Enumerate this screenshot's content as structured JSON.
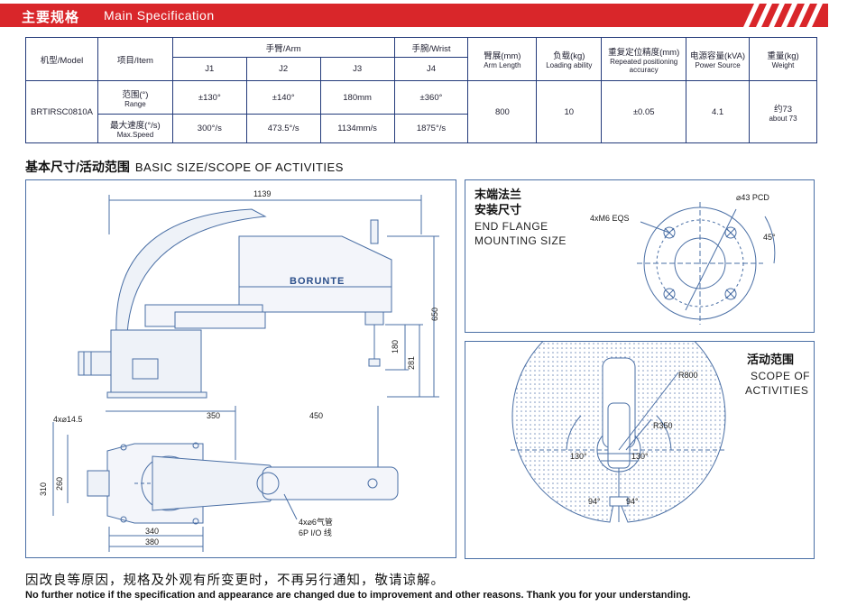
{
  "header": {
    "title_cn": "主要规格",
    "title_en": "Main Specification"
  },
  "spec": {
    "model_h": "机型/Model",
    "item_h": "项目/Item",
    "arm_h": "手臂/Arm",
    "wrist_h": "手腕/Wrist",
    "armlen_cn": "臂展(mm)",
    "armlen_en": "Arm Length",
    "load_cn": "负载(kg)",
    "load_en": "Loading ability",
    "repeat_cn": "重复定位精度(mm)",
    "repeat_en": "Repeated positioning accuracy",
    "power_cn": "电源容量(kVA)",
    "power_en": "Power Source",
    "weight_cn": "重量(kg)",
    "weight_en": "Weight",
    "joints": [
      "J1",
      "J2",
      "J3",
      "J4"
    ],
    "model": "BRTIRSC0810A",
    "range_cn": "范围(°)",
    "range_en": "Range",
    "speed_cn": "最大速度(°/s)",
    "speed_en": "Max.Speed",
    "range_vals": [
      "±130°",
      "±140°",
      "180mm",
      "±360°"
    ],
    "speed_vals": [
      "300°/s",
      "473.5°/s",
      "1134mm/s",
      "1875°/s"
    ],
    "arm_length": "800",
    "load": "10",
    "repeat": "±0.05",
    "power": "4.1",
    "weight_cn_val": "约73",
    "weight_en_val": "about 73"
  },
  "section": {
    "title_cn": "基本尺寸/活动范围",
    "title_en": "BASIC SIZE/SCOPE OF ACTIVITIES"
  },
  "drawing": {
    "brand": "BORUNTE",
    "dim_1139": "1139",
    "dim_650": "650",
    "dim_180": "180",
    "dim_281": "281",
    "dim_350": "350",
    "dim_450": "450",
    "dim_holes": "4x⌀14.5",
    "dim_310": "310",
    "dim_260": "260",
    "dim_340": "340",
    "dim_380": "380",
    "tube_label": "4x⌀6气管",
    "io_label": "6P I/O 线"
  },
  "flange": {
    "title_cn_1": "末端法兰",
    "title_cn_2": "安装尺寸",
    "title_en_1": "END FLANGE",
    "title_en_2": "MOUNTING SIZE",
    "holes": "4xM6 EQS",
    "pcd": "⌀43 PCD",
    "angle": "45°"
  },
  "scope": {
    "title_cn": "活动范围",
    "title_en_1": "SCOPE OF",
    "title_en_2": "ACTIVITIES",
    "r800": "R800",
    "r350": "R350",
    "a130_l": "130°",
    "a130_r": "130°",
    "a94_l": "94°",
    "a94_r": "94°"
  },
  "footer": {
    "cn": "因改良等原因，规格及外观有所变更时，不再另行通知，敬请谅解。",
    "en": "No further notice if the specification and appearance are changed due to improvement and other reasons. Thank you for your understanding."
  },
  "colors": {
    "accent": "#d9262a",
    "line": "#4a6fa5",
    "table_border": "#233a7a"
  }
}
